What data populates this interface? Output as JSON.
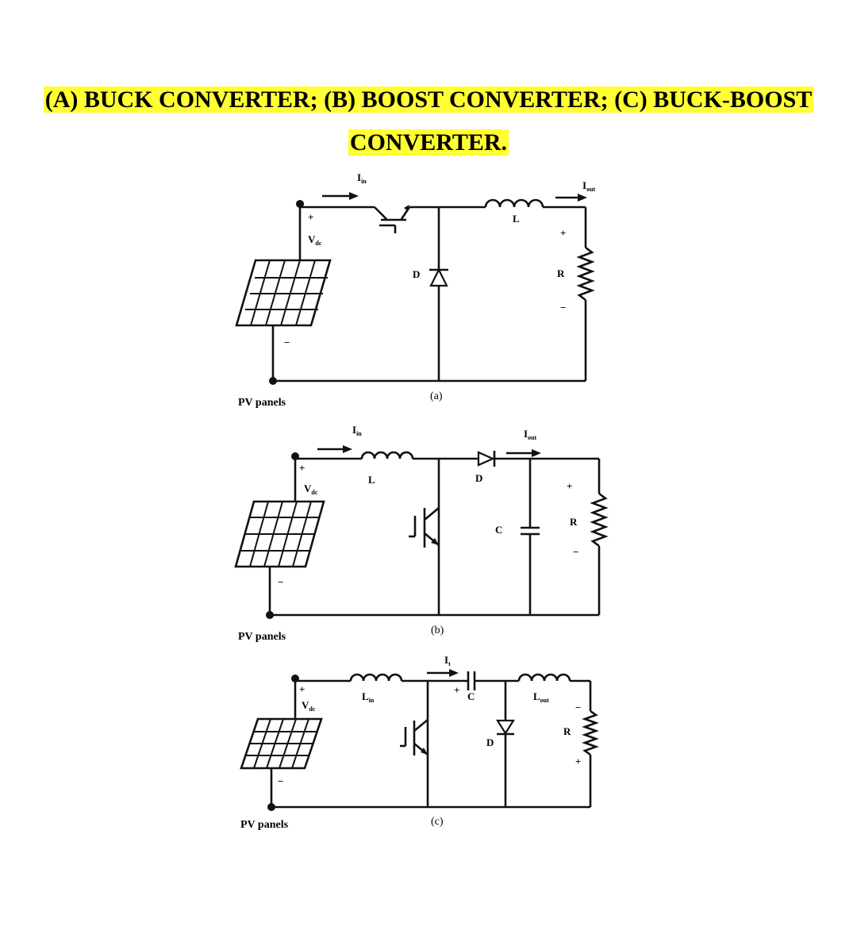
{
  "title": {
    "line1": "(A) BUCK CONVERTER; (B) BOOST CONVERTER; (C) BUCK-BOOST",
    "line2": "CONVERTER."
  },
  "circuits": {
    "a": {
      "caption": "(a)",
      "pv_label": "PV panels",
      "i_in": "I",
      "i_in_sub": "in",
      "i_out": "I",
      "i_out_sub": "out",
      "v_dc": "V",
      "v_dc_sub": "dc",
      "plus": "+",
      "minus": "−",
      "diode": "D",
      "inductor": "L",
      "resistor": "R",
      "r_plus": "+",
      "r_minus": "−"
    },
    "b": {
      "caption": "(b)",
      "pv_label": "PV panels",
      "i_in": "I",
      "i_in_sub": "in",
      "i_out": "I",
      "i_out_sub": "out",
      "v_dc": "V",
      "v_dc_sub": "dc",
      "plus": "+",
      "minus": "−",
      "inductor": "L",
      "diode": "D",
      "capacitor": "C",
      "resistor": "R",
      "r_plus": "+",
      "r_minus": "−"
    },
    "c": {
      "caption": "(c)",
      "pv_label": "PV panels",
      "i_t": "I",
      "i_t_sub": "t",
      "v_dc": "V",
      "v_dc_sub": "dc",
      "plus": "+",
      "minus": "−",
      "l_in": "L",
      "l_in_sub": "in",
      "l_out": "L",
      "l_out_sub": "out",
      "capacitor": "C",
      "cap_plus": "+",
      "diode": "D",
      "resistor": "R",
      "r_plus": "+",
      "r_minus": "−"
    }
  }
}
